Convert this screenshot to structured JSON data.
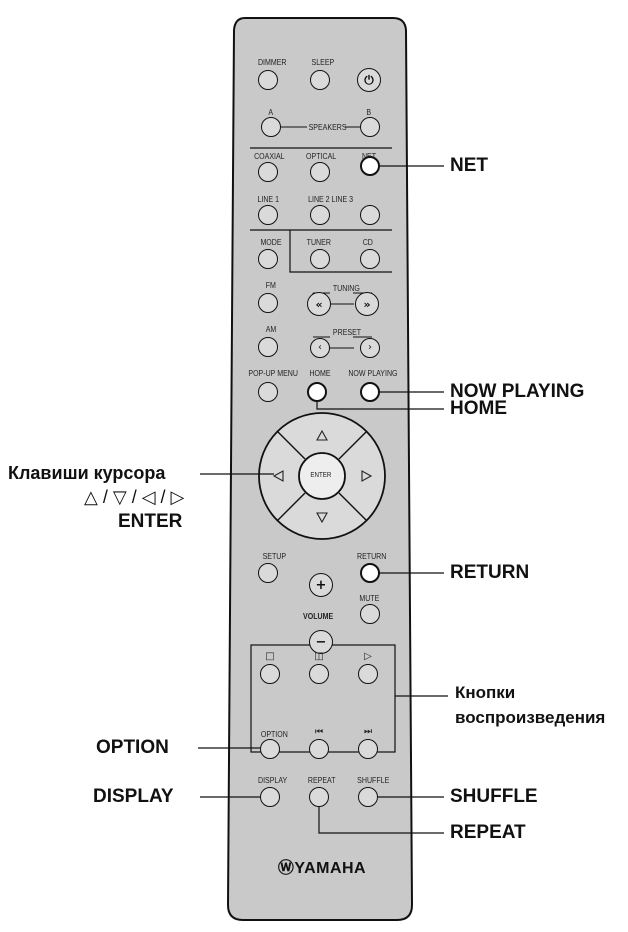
{
  "remote": {
    "buttons": {
      "dimmer": "DIMMER",
      "sleep": "SLEEP",
      "speakers": "SPEAKERS",
      "speaker_a": "A",
      "speaker_b": "B",
      "coaxial": "COAXIAL",
      "optical": "OPTICAL",
      "net": "NET",
      "line1": "LINE 1",
      "line2_line3": "LINE 2 LINE 3",
      "mode": "MODE",
      "tuner": "TUNER",
      "cd": "CD",
      "fm": "FM",
      "tuning": "TUNING",
      "am": "AM",
      "preset": "PRESET",
      "popup_menu": "POP-UP MENU",
      "home": "HOME",
      "now_playing": "NOW PLAYING",
      "enter": "ENTER",
      "setup": "SETUP",
      "return": "RETURN",
      "volume": "VOLUME",
      "mute": "MUTE",
      "option": "OPTION",
      "display": "DISPLAY",
      "repeat": "REPEAT",
      "shuffle": "SHUFFLE"
    },
    "brand": "ⓌYAMAHA"
  },
  "callouts": {
    "net": "NET",
    "now_playing": "NOW PLAYING",
    "home": "HOME",
    "cursor_line1": "Клавиши курсора",
    "cursor_line2": "△ / ▽ / ◁ / ▷",
    "cursor_line3": "ENTER",
    "return": "RETURN",
    "playback_line1": "Кнопки",
    "playback_line2": "воспроизведения",
    "option": "OPTION",
    "display": "DISPLAY",
    "shuffle": "SHUFFLE",
    "repeat": "REPEAT"
  }
}
